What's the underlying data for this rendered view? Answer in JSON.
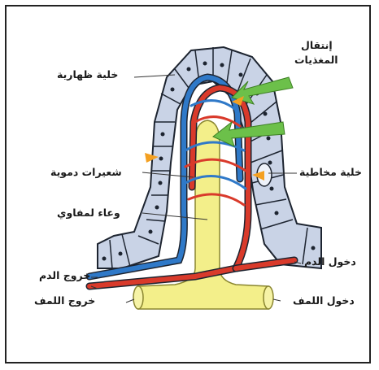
{
  "labels": {
    "epithelial_cell": "خلية ظهارية",
    "nutrient_transport_line1": "إنتقال",
    "nutrient_transport_line2": "المغذيات",
    "capillaries": "شعيرات دموية",
    "lymph_vessel": "وعاء لمفاوي",
    "goblet_cell": "خلية مخاطية",
    "blood_exit": "خروج الدم",
    "blood_entry": "دخول الدم",
    "lymph_exit": "خروج اللمف",
    "lymph_entry": "دخول اللمف"
  },
  "colors": {
    "artery": "#d93a2b",
    "vein": "#2f79c8",
    "lymph": "#f3ef8a",
    "epithelium": "#c9d3e6",
    "nutrient_arrow": "#6cc04a",
    "orange_arrow": "#f4a021"
  }
}
